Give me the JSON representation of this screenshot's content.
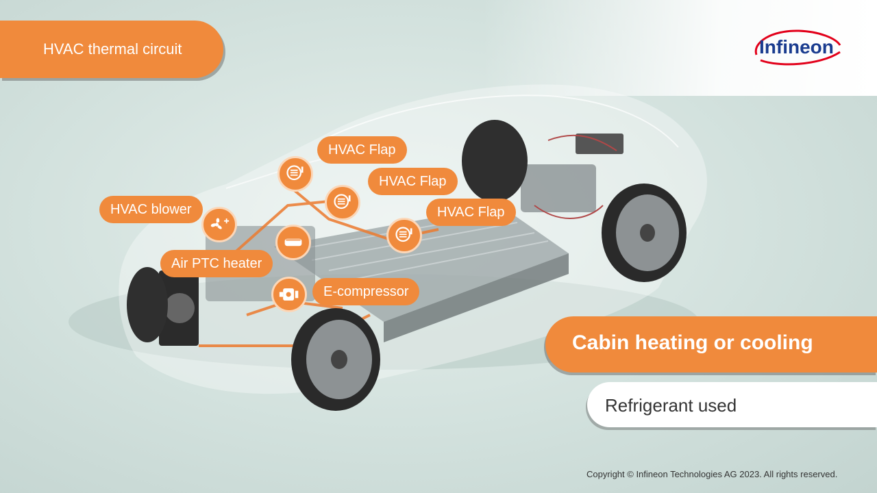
{
  "header": {
    "title": "HVAC thermal circuit",
    "logo_text": "Infineon"
  },
  "labels": {
    "flap_1": "HVAC Flap",
    "flap_2": "HVAC Flap",
    "flap_3": "HVAC Flap",
    "blower": "HVAC blower",
    "heater": "Air PTC heater",
    "compressor": "E-compressor"
  },
  "info": {
    "headline": "Cabin heating or cooling",
    "subline": "Refrigerant used"
  },
  "footer": {
    "copyright": "Copyright © Infineon Technologies AG 2023. All rights reserved."
  },
  "colors": {
    "accent": "#f08a3c",
    "logo_blue": "#1a3c8f",
    "logo_red": "#e2001a"
  },
  "icons": [
    "flap-icon",
    "fan-icon",
    "heater-icon",
    "compressor-icon"
  ]
}
